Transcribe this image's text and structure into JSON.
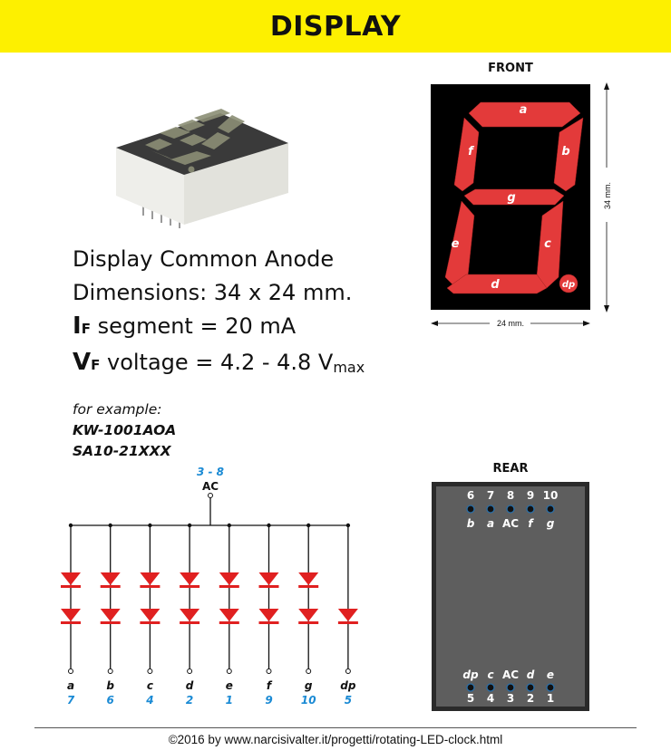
{
  "banner": {
    "title": "DISPLAY"
  },
  "specs": {
    "line1": "Display Common Anode",
    "line2": "Dimensions: 34 x 24 mm.",
    "if_main": "I",
    "if_sub": "F",
    "if_rest": " segment = 20 mA",
    "vf_main": "V",
    "vf_sub": "F",
    "vf_rest": " voltage = 4.2 - 4.8 V",
    "vf_max": "max"
  },
  "example": {
    "label": "for example:",
    "models": [
      "KW-1001AOA",
      "SA10-21XXX"
    ]
  },
  "front": {
    "title": "FRONT",
    "height_label": "34 mm.",
    "width_label": "24 mm.",
    "segments": {
      "a": "a",
      "b": "b",
      "c": "c",
      "d": "d",
      "e": "e",
      "f": "f",
      "g": "g",
      "dp": "dp"
    },
    "colors": {
      "body": "#000000",
      "segment": "#e33a3a"
    }
  },
  "rear": {
    "title": "REAR",
    "top_pins": [
      "6",
      "7",
      "8",
      "9",
      "10"
    ],
    "top_segments": [
      "b",
      "a",
      "AC",
      "f",
      "g"
    ],
    "bottom_segments": [
      "dp",
      "c",
      "AC",
      "d",
      "e"
    ],
    "bottom_pins": [
      "5",
      "4",
      "3",
      "2",
      "1"
    ],
    "colors": {
      "body": "#5e5e5e",
      "frame": "#2a2a2a"
    }
  },
  "circuit": {
    "anode_pins": "3 - 8",
    "anode_label": "AC",
    "segments": [
      "a",
      "b",
      "c",
      "d",
      "e",
      "f",
      "g",
      "dp"
    ],
    "pins": [
      "7",
      "6",
      "4",
      "2",
      "1",
      "9",
      "10",
      "5"
    ],
    "colors": {
      "diode": "#e02020",
      "pin_number": "#1a8ad4"
    }
  },
  "footer": {
    "text": "©2016 by www.narcisivalter.it/progetti/rotating-LED-clock.html"
  }
}
